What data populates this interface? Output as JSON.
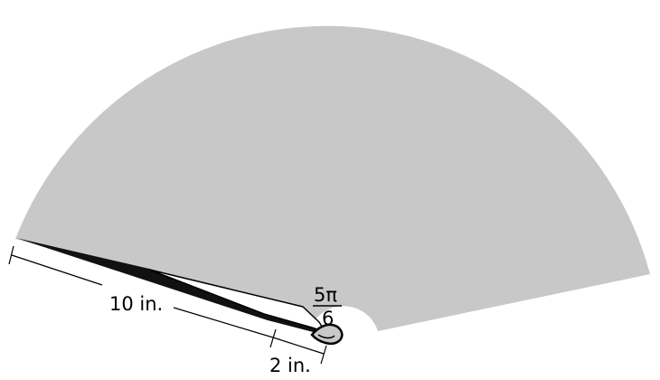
{
  "diagram": {
    "angle_numerator": "5π",
    "angle_denominator": "6",
    "outer_length_label": "10 in.",
    "inner_length_label": "2 in.",
    "colors": {
      "fan": "#c8c8c8",
      "ink": "#000000",
      "highlight": "#ffffff"
    }
  }
}
